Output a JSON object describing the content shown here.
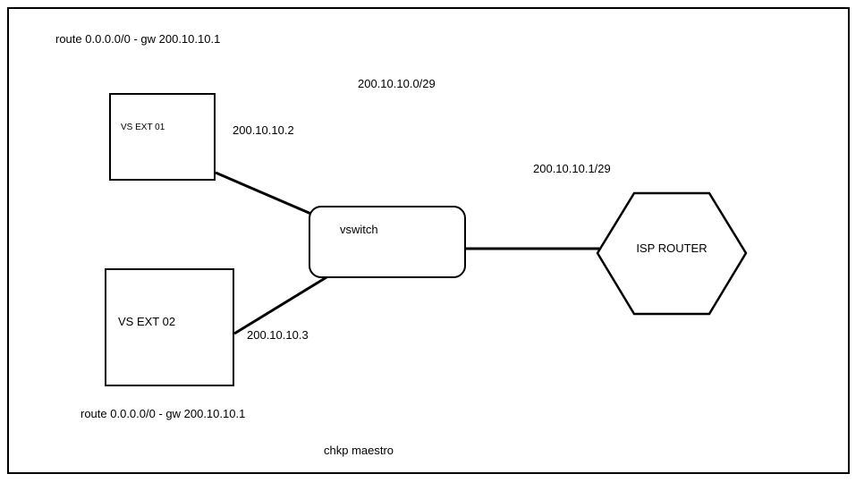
{
  "diagram": {
    "labels": {
      "route_top": "route 0.0.0.0/0 - gw 200.10.10.1",
      "subnet": "200.10.10.0/29",
      "ip_vs1": "200.10.10.2",
      "ip_isp": "200.10.10.1/29",
      "ip_vs2": "200.10.10.3",
      "route_bottom": "route 0.0.0.0/0 - gw 200.10.10.1",
      "caption": "chkp maestro"
    },
    "nodes": {
      "vs_ext_01": "VS EXT 01",
      "vs_ext_02": "VS EXT 02",
      "vswitch": "vswitch",
      "isp_router": "ISP ROUTER"
    },
    "colors": {
      "stroke": "#000000",
      "background": "#ffffff"
    }
  }
}
